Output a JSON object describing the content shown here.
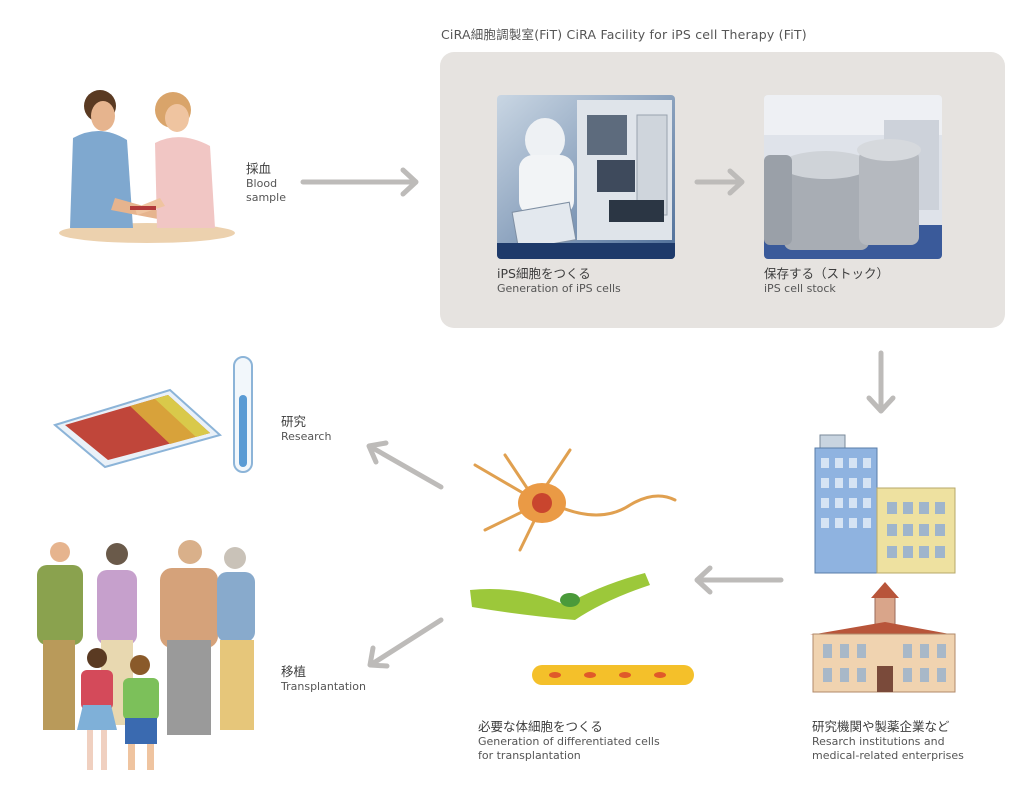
{
  "facility": {
    "title": "CiRA細胞調製室(FiT) CiRA Facility for iPS cell Therapy (FiT)"
  },
  "steps": {
    "blood": {
      "jp": "採血",
      "en1": "Blood",
      "en2": "sample"
    },
    "ips": {
      "jp": "iPS細胞をつくる",
      "en": "Generation of iPS cells"
    },
    "stock": {
      "jp": "保存する（ストック）",
      "en": "iPS cell stock"
    },
    "institutions": {
      "jp": "研究機関や製薬企業など",
      "en1": "Resarch institutions and",
      "en2": "medical-related enterprises"
    },
    "differentiated": {
      "jp": "必要な体細胞をつくる",
      "en1": "Generation of differentiated cells",
      "en2": "for transplantation"
    },
    "research": {
      "jp": "研究",
      "en": "Research"
    },
    "transplant": {
      "jp": "移植",
      "en": "Transplantation"
    }
  },
  "colors": {
    "panel": "#e6e3e0",
    "arrow": "#bdbbb9"
  }
}
